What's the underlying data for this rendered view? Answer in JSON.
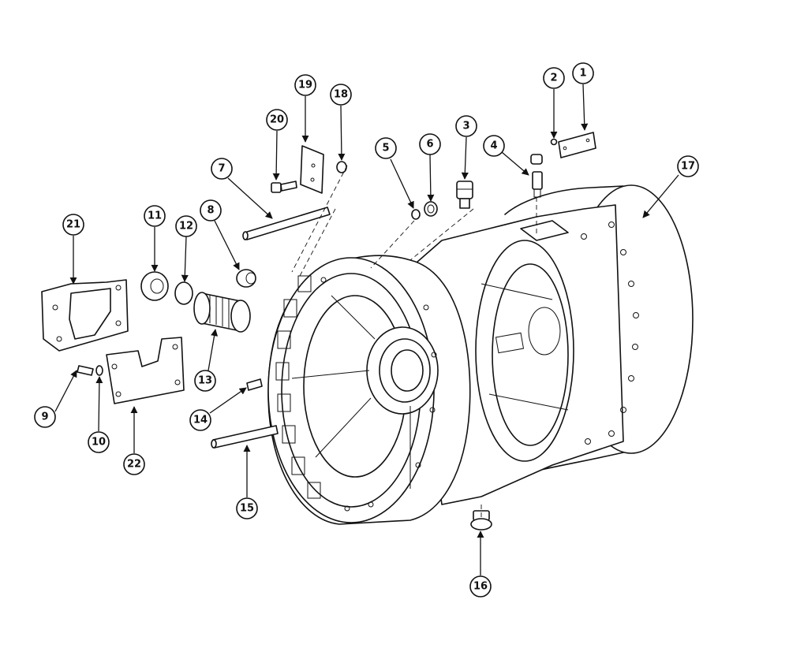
{
  "callouts": {
    "c1": "1",
    "c2": "2",
    "c3": "3",
    "c4": "4",
    "c5": "5",
    "c6": "6",
    "c7": "7",
    "c8": "8",
    "c9": "9",
    "c10": "10",
    "c11": "11",
    "c12": "12",
    "c13": "13",
    "c14": "14",
    "c15": "15",
    "c16": "16",
    "c17": "17",
    "c18": "18",
    "c19": "19",
    "c20": "20",
    "c21": "21",
    "c22": "22"
  },
  "colors": {
    "ink": "#111111",
    "paper": "#ffffff"
  }
}
